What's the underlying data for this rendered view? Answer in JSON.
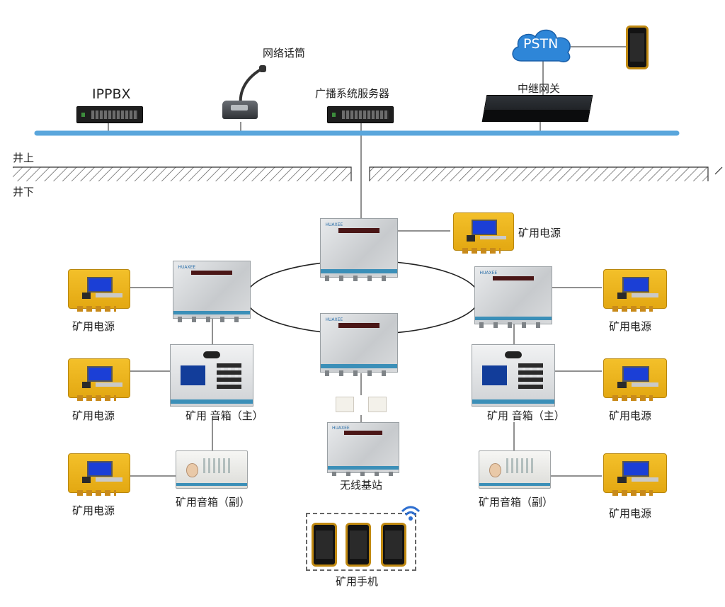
{
  "colors": {
    "bus": "#5aa6dc",
    "hatch": "#555555",
    "wire": "#222222",
    "cloud": "#2e86d8"
  },
  "labels": {
    "ippbx": "IPPBX",
    "mic": "网络话筒",
    "broadcast_server": "广播系统服务器",
    "pstn": "PSTN",
    "trunk_gateway": "中继网关",
    "above_ground": "井上",
    "below_ground": "井下",
    "psu_top_right": "矿用电源",
    "psu_left_1": "矿用电源",
    "psu_left_2": "矿用电源",
    "psu_left_3": "矿用电源",
    "psu_right_1": "矿用电源",
    "psu_right_2": "矿用电源",
    "psu_right_3": "矿用电源",
    "speaker_main_left": "矿用 音箱（主）",
    "speaker_main_right": "矿用 音箱（主）",
    "speaker_sub_left": "矿用音箱（副）",
    "speaker_sub_right": "矿用音箱（副）",
    "wireless_bs": "无线基站",
    "phones": "矿用手机"
  },
  "icons": [
    "wifi-icon",
    "cloud-icon"
  ]
}
